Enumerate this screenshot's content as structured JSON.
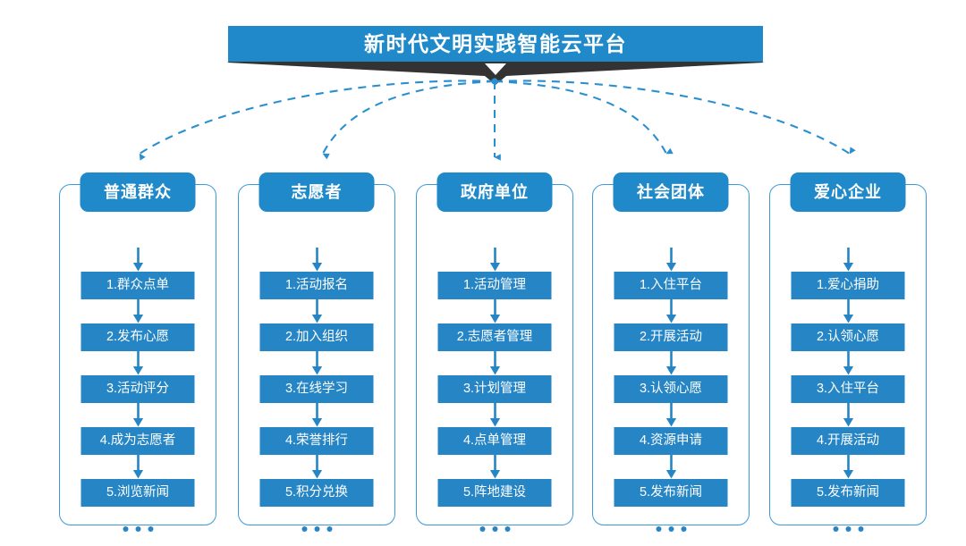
{
  "title": {
    "text": "新时代文明实践智能云平台"
  },
  "theme": {
    "header_blue": "#2089c9",
    "step_blue": "#2585c5",
    "frame_blue": "#3d9ad4",
    "shadow_dark": "#333333",
    "background": "#ffffff"
  },
  "ellipsis_label": "...",
  "columns": [
    {
      "header": "普通群众",
      "steps": [
        "1.群众点单",
        "2.发布心愿",
        "3.活动评分",
        "4.成为志愿者",
        "5.浏览新闻"
      ]
    },
    {
      "header": "志愿者",
      "steps": [
        "1.活动报名",
        "2.加入组织",
        "3.在线学习",
        "4.荣誉排行",
        "5.积分兑换"
      ]
    },
    {
      "header": "政府单位",
      "steps": [
        "1.活动管理",
        "2.志愿者管理",
        "3.计划管理",
        "4.点单管理",
        "5.阵地建设"
      ]
    },
    {
      "header": "社会团体",
      "steps": [
        "1.入住平台",
        "2.开展活动",
        "3.认领心愿",
        "4.资源申请",
        "5.发布新闻"
      ]
    },
    {
      "header": "爱心企业",
      "steps": [
        "1.爱心捐助",
        "2.认领心愿",
        "3.入住平台",
        "4.开展活动",
        "5.发布新闻"
      ]
    }
  ]
}
